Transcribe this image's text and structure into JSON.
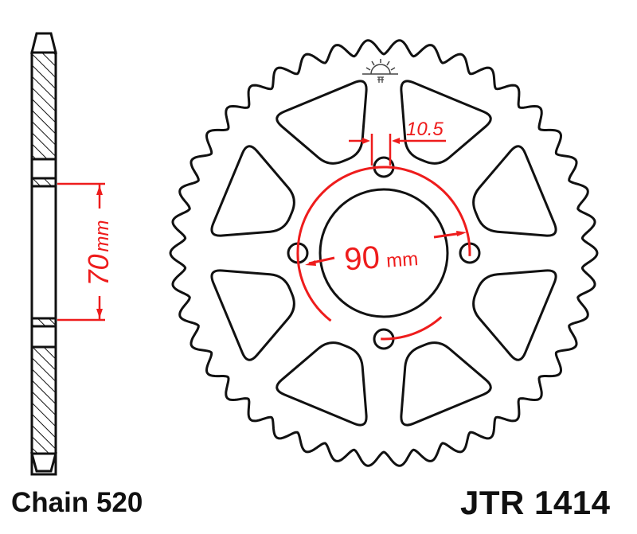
{
  "drawing": {
    "chain_label": "Chain 520",
    "part_number": "JTR 1414",
    "dimensions": {
      "bolt_circle_value": "90",
      "bolt_circle_unit": "mm",
      "bolt_hole_value": "10.5",
      "side_offset_value": "70",
      "side_offset_unit": "mm"
    },
    "sprocket": {
      "teeth": 42,
      "bolt_holes": 4,
      "lightening_cutouts": 8
    },
    "colors": {
      "outline": "#111111",
      "dimension": "#ee1c1c",
      "background": "#ffffff"
    },
    "icons": [
      "jt-sunrise-logo-icon"
    ]
  }
}
